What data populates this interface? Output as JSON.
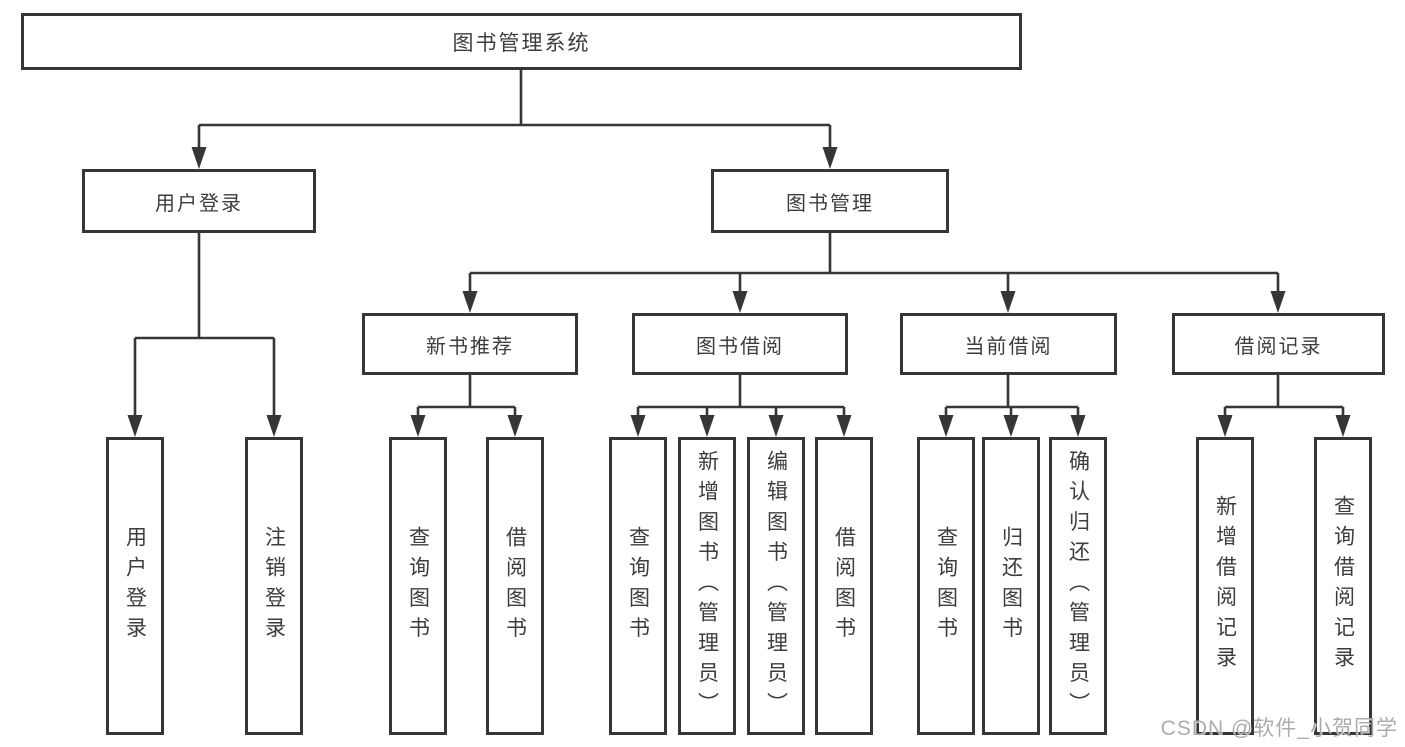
{
  "diagram": {
    "root": {
      "label": "图书管理系统"
    },
    "level2": [
      {
        "label": "用户登录"
      },
      {
        "label": "图书管理"
      }
    ],
    "level3": [
      {
        "label": "新书推荐"
      },
      {
        "label": "图书借阅"
      },
      {
        "label": "当前借阅"
      },
      {
        "label": "借阅记录"
      }
    ],
    "leaves": [
      {
        "label": "用户登录"
      },
      {
        "label": "注销登录"
      },
      {
        "label": "查询图书"
      },
      {
        "label": "借阅图书"
      },
      {
        "label": "查询图书"
      },
      {
        "label": "新增图书（管理员）"
      },
      {
        "label": "编辑图书（管理员）"
      },
      {
        "label": "借阅图书"
      },
      {
        "label": "查询图书"
      },
      {
        "label": "归还图书"
      },
      {
        "label": "确认归还（管理员）"
      },
      {
        "label": "新增借阅记录"
      },
      {
        "label": "查询借阅记录"
      }
    ]
  },
  "watermark": "CSDN @软件_小贺同学",
  "colors": {
    "line": "#363636",
    "text": "#3d3d3d",
    "watermark": "#a8a8a8"
  }
}
